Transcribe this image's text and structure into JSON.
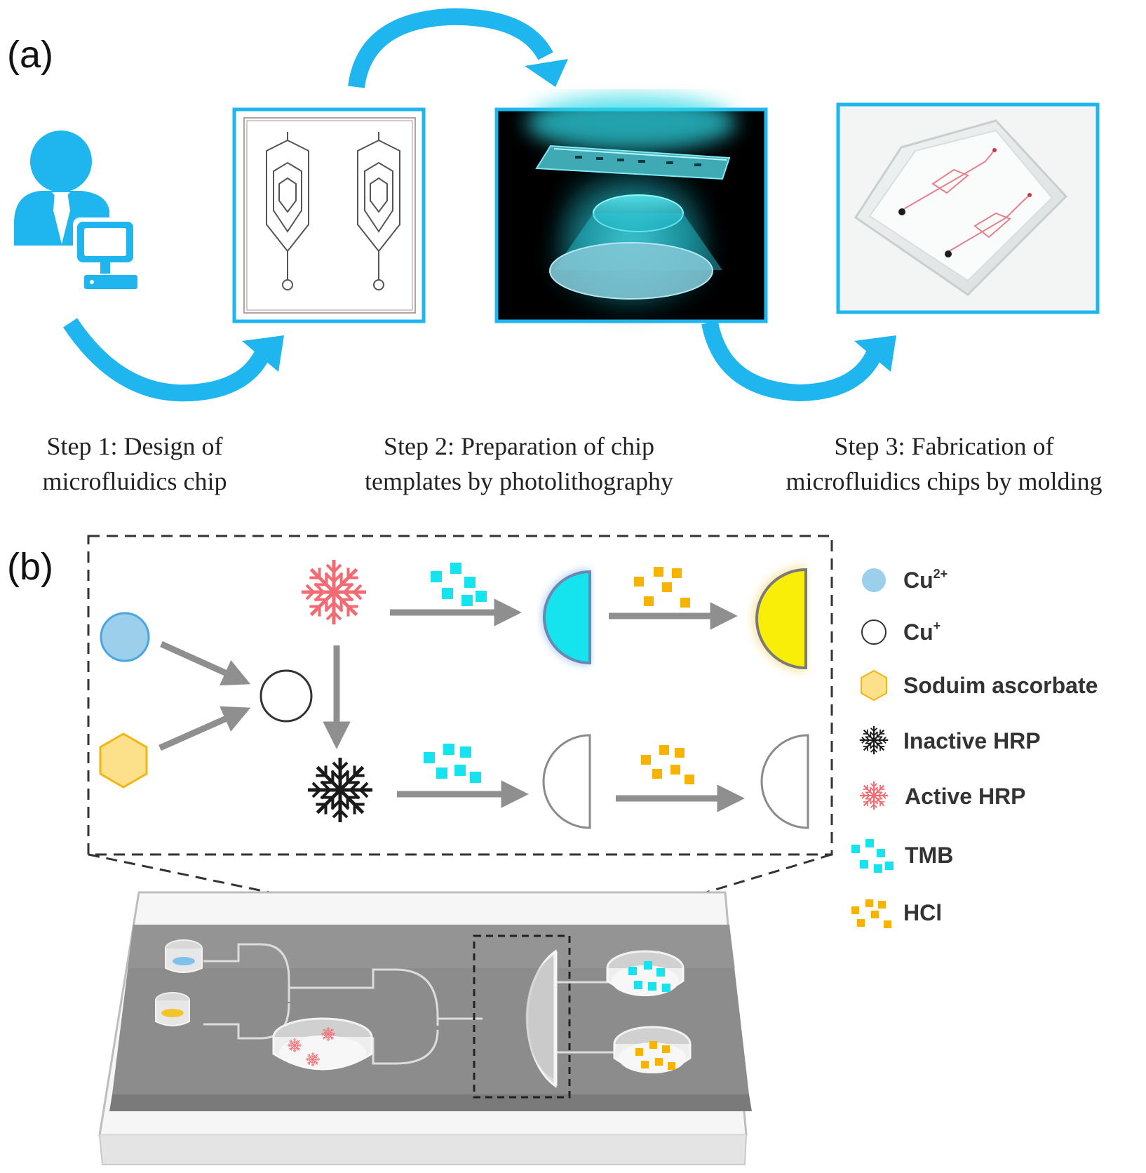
{
  "panel_a": {
    "label": "(a)",
    "steps": [
      {
        "line1": "Step 1: Design of",
        "line2": "microfluidics chip"
      },
      {
        "line1": "Step 2: Preparation of chip",
        "line2": "templates by photolithography"
      },
      {
        "line1": "Step 3: Fabrication of",
        "line2": "microfluidics chips by molding"
      }
    ]
  },
  "panel_b": {
    "label": "(b)",
    "legend": [
      {
        "symbol": "Cu2+",
        "base": "Cu",
        "sup": "2+",
        "icon": "light-blue-circle-icon"
      },
      {
        "symbol": "Cu+",
        "base": "Cu",
        "sup": "+",
        "icon": "empty-circle-icon"
      },
      {
        "symbol": "Soduim ascorbate",
        "base": "Soduim ascorbate",
        "sup": "",
        "icon": "yellow-hexagon-icon"
      },
      {
        "symbol": "Inactive HRP",
        "base": "Inactive HRP",
        "sup": "",
        "icon": "black-snowflake-icon"
      },
      {
        "symbol": "Active HRP",
        "base": "Active HRP",
        "sup": "",
        "icon": "red-snowflake-icon"
      },
      {
        "symbol": "TMB",
        "base": "TMB",
        "sup": "",
        "icon": "cyan-squares-icon"
      },
      {
        "symbol": "HCl",
        "base": "HCl",
        "sup": "",
        "icon": "orange-squares-icon"
      }
    ]
  },
  "colors": {
    "accent_blue": "#1fb6ef",
    "cyan": "#15e4ef",
    "yellow": "#f8ee08",
    "orange": "#f6b300",
    "light_blue": "#9ccfec",
    "red": "#f46a72",
    "gray_arrow": "#8f8f8f"
  }
}
